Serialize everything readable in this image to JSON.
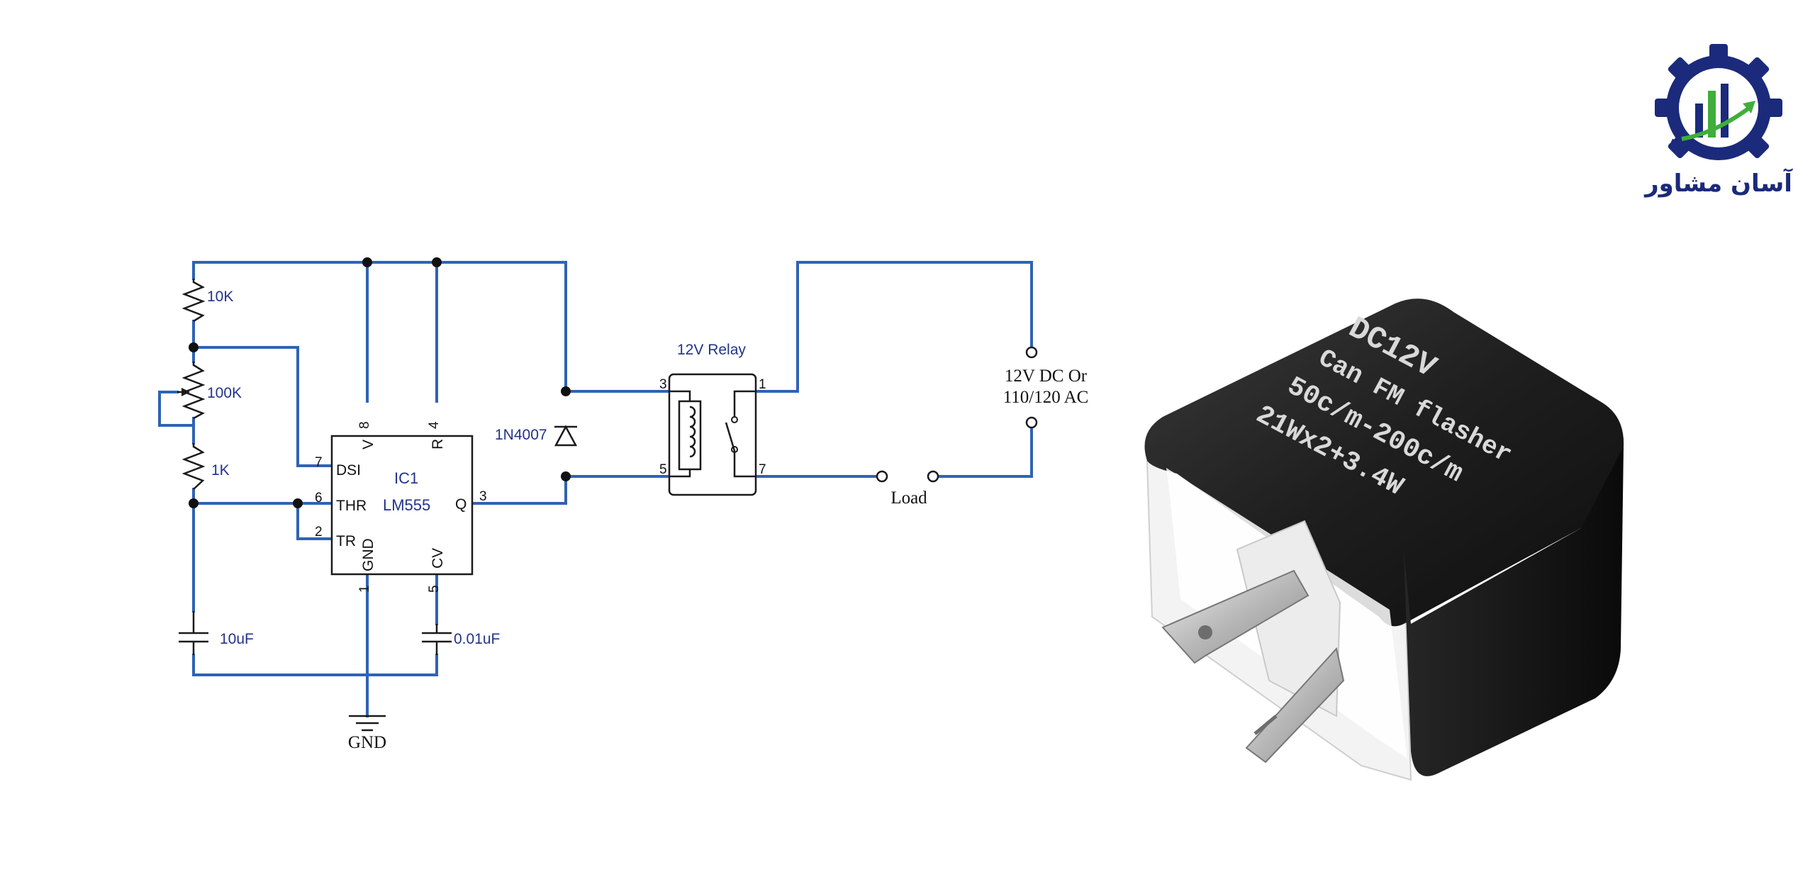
{
  "logo": {
    "brand_name": "آسان مشاور",
    "colors": {
      "navy": "#1b2a7a",
      "green": "#3fae3a"
    }
  },
  "schematic": {
    "resistors": [
      "10K",
      "100K",
      "1K"
    ],
    "capacitors": [
      "10uF",
      "0.01uF"
    ],
    "diode": "1N4007",
    "ic": {
      "ref": "IC1",
      "part": "LM555",
      "pin_labels": {
        "dsi": "DSI",
        "thr": "THR",
        "tr": "TR",
        "gnd": "GND",
        "v": "V",
        "r": "R",
        "q": "Q",
        "cv": "CV"
      },
      "pin_numbers": {
        "p7": "7",
        "p6": "6",
        "p2": "2",
        "p8": "8",
        "p4": "4",
        "p3": "3",
        "p1": "1",
        "p5": "5"
      }
    },
    "relay": {
      "label": "12V Relay",
      "pins": {
        "p3": "3",
        "p1": "1",
        "p5": "5",
        "p7": "7"
      }
    },
    "supply": {
      "line1": "12V DC Or",
      "line2": "110/120 AC"
    },
    "load": "Load",
    "ground": "GND",
    "wire_color": "#2f63b5"
  },
  "product_photo": {
    "line1": "DC12V",
    "line2": "Can FM flasher",
    "line3": "50c/m-200c/m",
    "line4": "21Wx2+3.4W"
  }
}
